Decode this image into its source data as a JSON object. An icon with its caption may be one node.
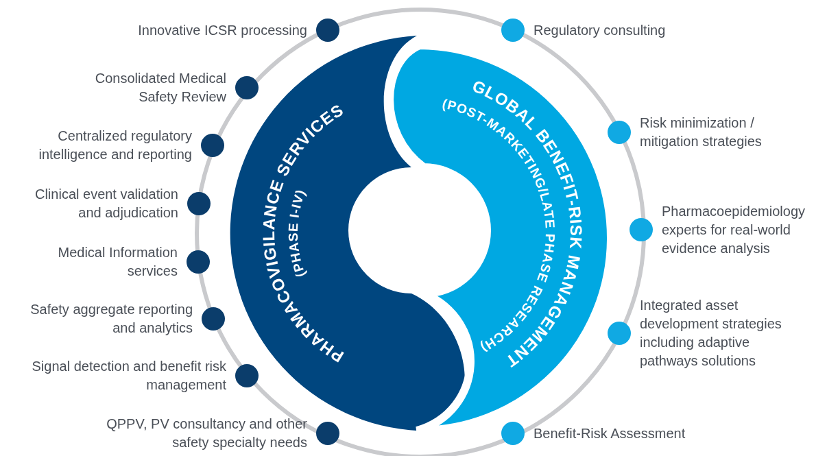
{
  "diagram": {
    "nodes": [
      {
        "text": [
          "PHARMACOVIGILANCE SERVICES",
          "(PHASE I-IV)"
        ]
      },
      {
        "text": [
          "GLOBAL BENEFIT-RISK MANAGEMENT",
          "(POST-MARKETING/LATE PHASE RESEARCH)"
        ]
      },
      {
        "text": [
          "Innovative ICSR processing"
        ]
      },
      {
        "text": [
          "Consolidated Medical Safety Review"
        ]
      },
      {
        "text": [
          "Centralized regulatory intelligence and reporting"
        ]
      },
      {
        "text": [
          "Clinical event validation and adjudication"
        ]
      },
      {
        "text": [
          "Medical Information services"
        ]
      },
      {
        "text": [
          "Safety aggregate reporting and analytics"
        ]
      },
      {
        "text": [
          "Signal detection and benefit risk management"
        ]
      },
      {
        "text": [
          "QPPV, PV consultancy and other safety specialty needs"
        ]
      },
      {
        "text": [
          "Regulatory consulting"
        ]
      },
      {
        "text": [
          "Risk minimization / mitigation strategies"
        ]
      },
      {
        "text": [
          "Pharmacoepidemiology experts for real-world evidence analysis"
        ]
      },
      {
        "text": [
          "Integrated asset development strategies including adaptive pathways solutions"
        ]
      },
      {
        "text": [
          "Benefit-Risk Assessment"
        ]
      }
    ]
  }
}
